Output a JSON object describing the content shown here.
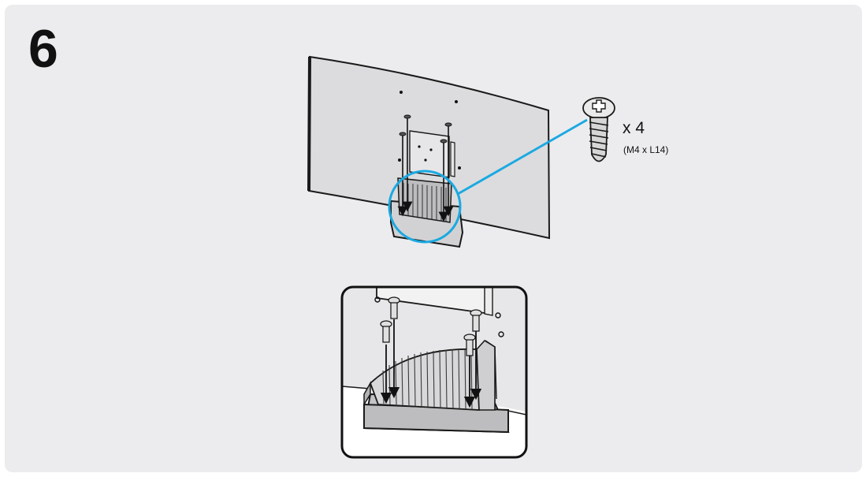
{
  "step": {
    "number": "6"
  },
  "screw": {
    "quantity_label": "x 4",
    "spec_label": "(M4 x L14)",
    "icon": "phillips-screw-icon"
  },
  "colors": {
    "panel_bg": "#ececee",
    "callout": "#1ba9e1",
    "outline": "#1a1a1a",
    "tv_back": "#dcdcde",
    "stand": "#cfcfd1"
  }
}
